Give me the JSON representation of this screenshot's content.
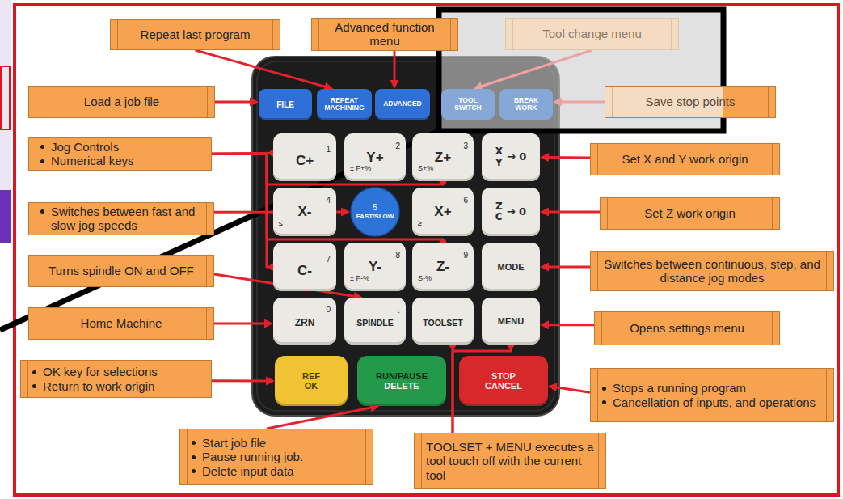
{
  "diagram": {
    "nodes": [
      {
        "text": [
          "Repeat last program"
        ]
      },
      {
        "text": [
          "Advanced function menu"
        ]
      },
      {
        "text": [
          "Tool change menu"
        ]
      },
      {
        "text": [
          "Load a job file"
        ]
      },
      {
        "text": [
          "FILE"
        ]
      },
      {
        "text": [
          "REPEAT MACHINING"
        ]
      },
      {
        "text": [
          "ADVANCED"
        ]
      },
      {
        "text": [
          "TOOL SWITCH"
        ]
      },
      {
        "text": [
          "BREAK WORK"
        ]
      },
      {
        "text": [
          "Save stop points"
        ]
      },
      {
        "text": [
          "Jog Controls",
          "Numerical keys"
        ]
      },
      {
        "text": [
          "C+",
          "1"
        ]
      },
      {
        "text": [
          "Y+",
          "2",
          "± F+%"
        ]
      },
      {
        "text": [
          "Z+",
          "3",
          "S+%"
        ]
      },
      {
        "text": [
          "X",
          "Y",
          "→ 0"
        ]
      },
      {
        "text": [
          "Set X and Y work origin"
        ]
      },
      {
        "text": [
          "Switches between fast and slow jog speeds"
        ]
      },
      {
        "text": [
          "X-",
          "4",
          "≤"
        ]
      },
      {
        "text": [
          "FAST/SLOW",
          "5"
        ]
      },
      {
        "text": [
          "X+",
          "6",
          "≥"
        ]
      },
      {
        "text": [
          "Z",
          "C",
          "→ 0"
        ]
      },
      {
        "text": [
          "Set Z work origin"
        ]
      },
      {
        "text": [
          "Turns spindle ON and OFF"
        ]
      },
      {
        "text": [
          "C-",
          "7"
        ]
      },
      {
        "text": [
          "Y-",
          "8",
          "± F-%"
        ]
      },
      {
        "text": [
          "Z-",
          "9",
          "S-%"
        ]
      },
      {
        "text": [
          "MODE"
        ]
      },
      {
        "text": [
          "Switches between continuous, step, and distance jog modes"
        ]
      },
      {
        "text": [
          "Home Machine"
        ]
      },
      {
        "text": [
          "ZRN",
          "0"
        ]
      },
      {
        "text": [
          "SPINDLE",
          "."
        ]
      },
      {
        "text": [
          "TOOLSET",
          "-"
        ]
      },
      {
        "text": [
          "MENU"
        ]
      },
      {
        "text": [
          "Opens settings menu"
        ]
      },
      {
        "text": [
          "OK key for selections",
          "Return to work origin"
        ]
      },
      {
        "text": [
          "REF",
          "OK"
        ]
      },
      {
        "text": [
          "RUN/PAUSE",
          "DELETE"
        ]
      },
      {
        "text": [
          "STOP",
          "CANCEL"
        ]
      },
      {
        "text": [
          "Stops a running program",
          "Cancellation of inputs, and operations"
        ]
      },
      {
        "text": [
          "Start job file",
          "Pause running job.",
          "Delete input data"
        ]
      },
      {
        "text": [
          "TOOLSET + MENU executes a tool touch off with the current tool"
        ]
      }
    ],
    "edges": [
      {
        "from": 0,
        "to": 5,
        "arrow": "to"
      },
      {
        "from": 1,
        "to": 6,
        "arrow": "to"
      },
      {
        "from": 2,
        "to": 7,
        "arrow": "to"
      },
      {
        "from": 3,
        "to": 4,
        "arrow": "to"
      },
      {
        "from": 9,
        "to": 8,
        "arrow": "to"
      },
      {
        "from": 10,
        "to": 11,
        "arrow": "none"
      },
      {
        "from": 10,
        "to": 13,
        "arrow": "none"
      },
      {
        "from": 10,
        "to": 23,
        "arrow": "none"
      },
      {
        "from": 10,
        "to": 25,
        "arrow": "none"
      },
      {
        "from": 15,
        "to": 14,
        "arrow": "to"
      },
      {
        "from": 16,
        "to": 18,
        "arrow": "to"
      },
      {
        "from": 21,
        "to": 20,
        "arrow": "to"
      },
      {
        "from": 22,
        "to": 30,
        "arrow": "to"
      },
      {
        "from": 27,
        "to": 26,
        "arrow": "to"
      },
      {
        "from": 28,
        "to": 29,
        "arrow": "to"
      },
      {
        "from": 33,
        "to": 32,
        "arrow": "to"
      },
      {
        "from": 34,
        "to": 35,
        "arrow": "to"
      },
      {
        "from": 38,
        "to": 37,
        "arrow": "to"
      },
      {
        "from": 39,
        "to": 36,
        "arrow": "to"
      },
      {
        "from": 40,
        "to": 31,
        "arrow": "none"
      },
      {
        "from": 40,
        "to": 32,
        "arrow": "none"
      }
    ]
  }
}
